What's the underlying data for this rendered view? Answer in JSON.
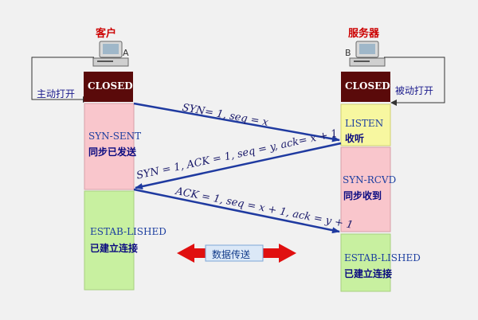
{
  "client": {
    "title": "客户",
    "letter": "A",
    "side_label": "主动打开"
  },
  "server": {
    "title": "服务器",
    "letter": "B",
    "side_label": "被动打开"
  },
  "client_states": {
    "closed": "CLOSED",
    "syn_sent": "SYN-SENT",
    "syn_sent_cn": "同步已发送",
    "established": "ESTAB-LISHED",
    "established_cn": "已建立连接"
  },
  "server_states": {
    "closed": "CLOSED",
    "listen": "LISTEN",
    "listen_cn": "收听",
    "syn_rcvd": "SYN-RCVD",
    "syn_rcvd_cn": "同步收到",
    "established": "ESTAB-LISHED",
    "established_cn": "已建立连接"
  },
  "messages": {
    "syn": "SYN= 1, seq = x",
    "syn_ack": "SYN = 1, ACK = 1, seq = y, ack= x + 1",
    "ack": "ACK = 1, seq = x + 1, ack = y + 1"
  },
  "data_transfer": "数据传送",
  "colors": {
    "closed": "#5a0a0a",
    "syn_sent": "#f9c6cc",
    "established": "#c8f0a0",
    "listen": "#f7f7a0",
    "syn_rcvd": "#f9c6cc",
    "arrow": "#1f3aa0",
    "transfer_arrow": "#e01010"
  }
}
